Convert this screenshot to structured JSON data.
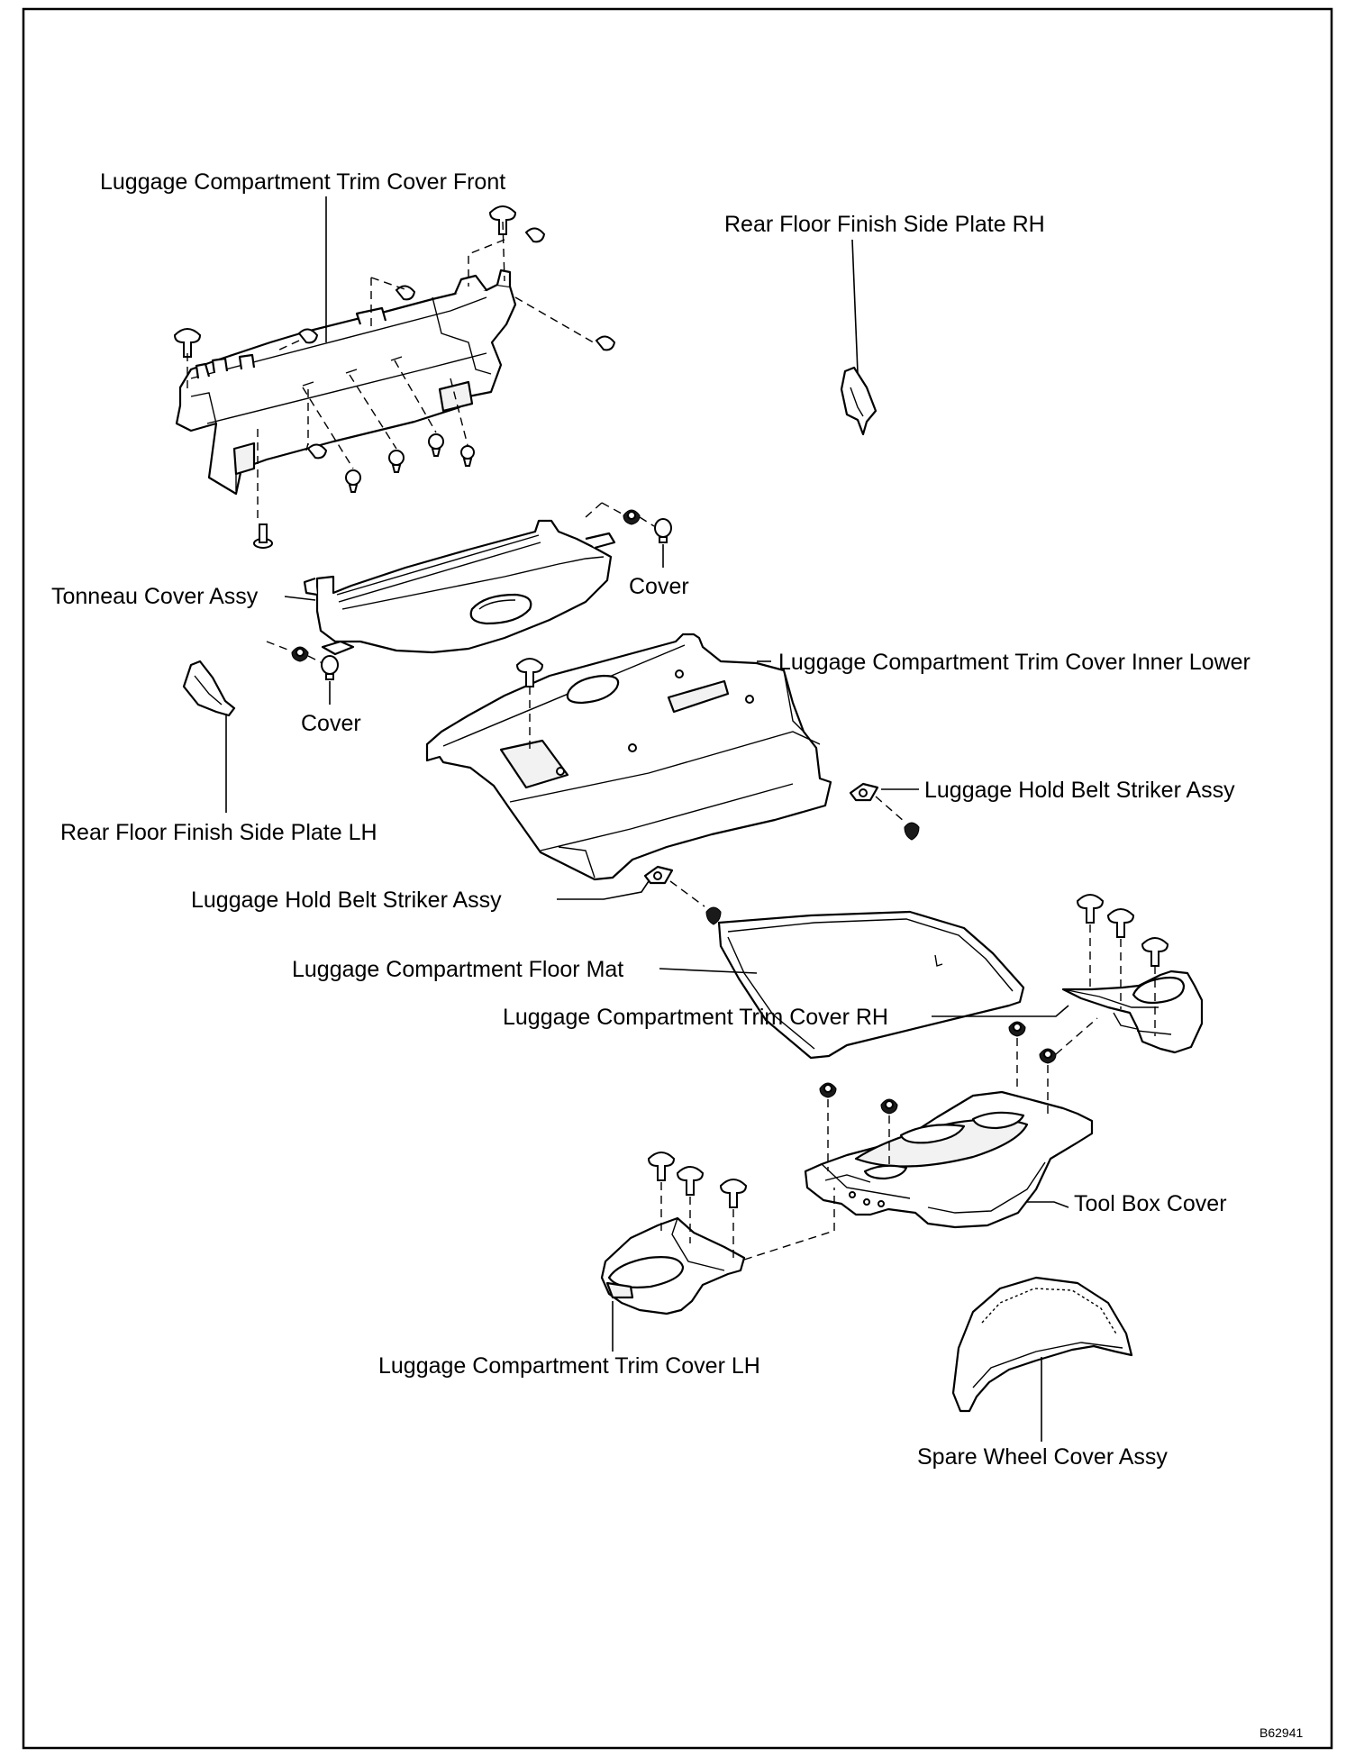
{
  "labels": {
    "trim_cover_front": "Luggage Compartment Trim Cover Front",
    "side_plate_rh": "Rear Floor Finish Side Plate RH",
    "tonneau_cover": "Tonneau Cover Assy",
    "cover_right": "Cover",
    "cover_left": "Cover",
    "trim_cover_inner_lower": "Luggage Compartment Trim Cover Inner Lower",
    "side_plate_lh": "Rear Floor Finish Side Plate LH",
    "striker_right": "Luggage Hold Belt Striker Assy",
    "striker_left": "Luggage Hold Belt Striker Assy",
    "floor_mat": "Luggage Compartment Floor Mat",
    "trim_cover_rh": "Luggage Compartment Trim Cover RH",
    "tool_box_cover": "Tool Box Cover",
    "trim_cover_lh": "Luggage Compartment Trim Cover LH",
    "spare_wheel_cover": "Spare Wheel Cover Assy"
  },
  "figure_id": "B62941"
}
